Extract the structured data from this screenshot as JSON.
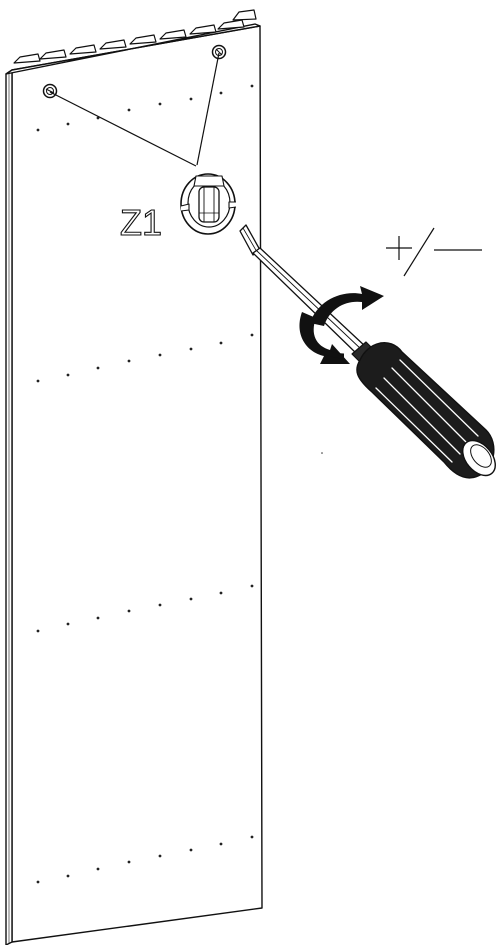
{
  "diagram": {
    "part_label": "Z1",
    "adjust_label": "+/—",
    "colors": {
      "line": "#111111",
      "panel": "#ffffff",
      "background": "#ffffff"
    },
    "icons": [
      "cam-lock-fitting",
      "screwdriver",
      "rotation-arrow"
    ]
  }
}
